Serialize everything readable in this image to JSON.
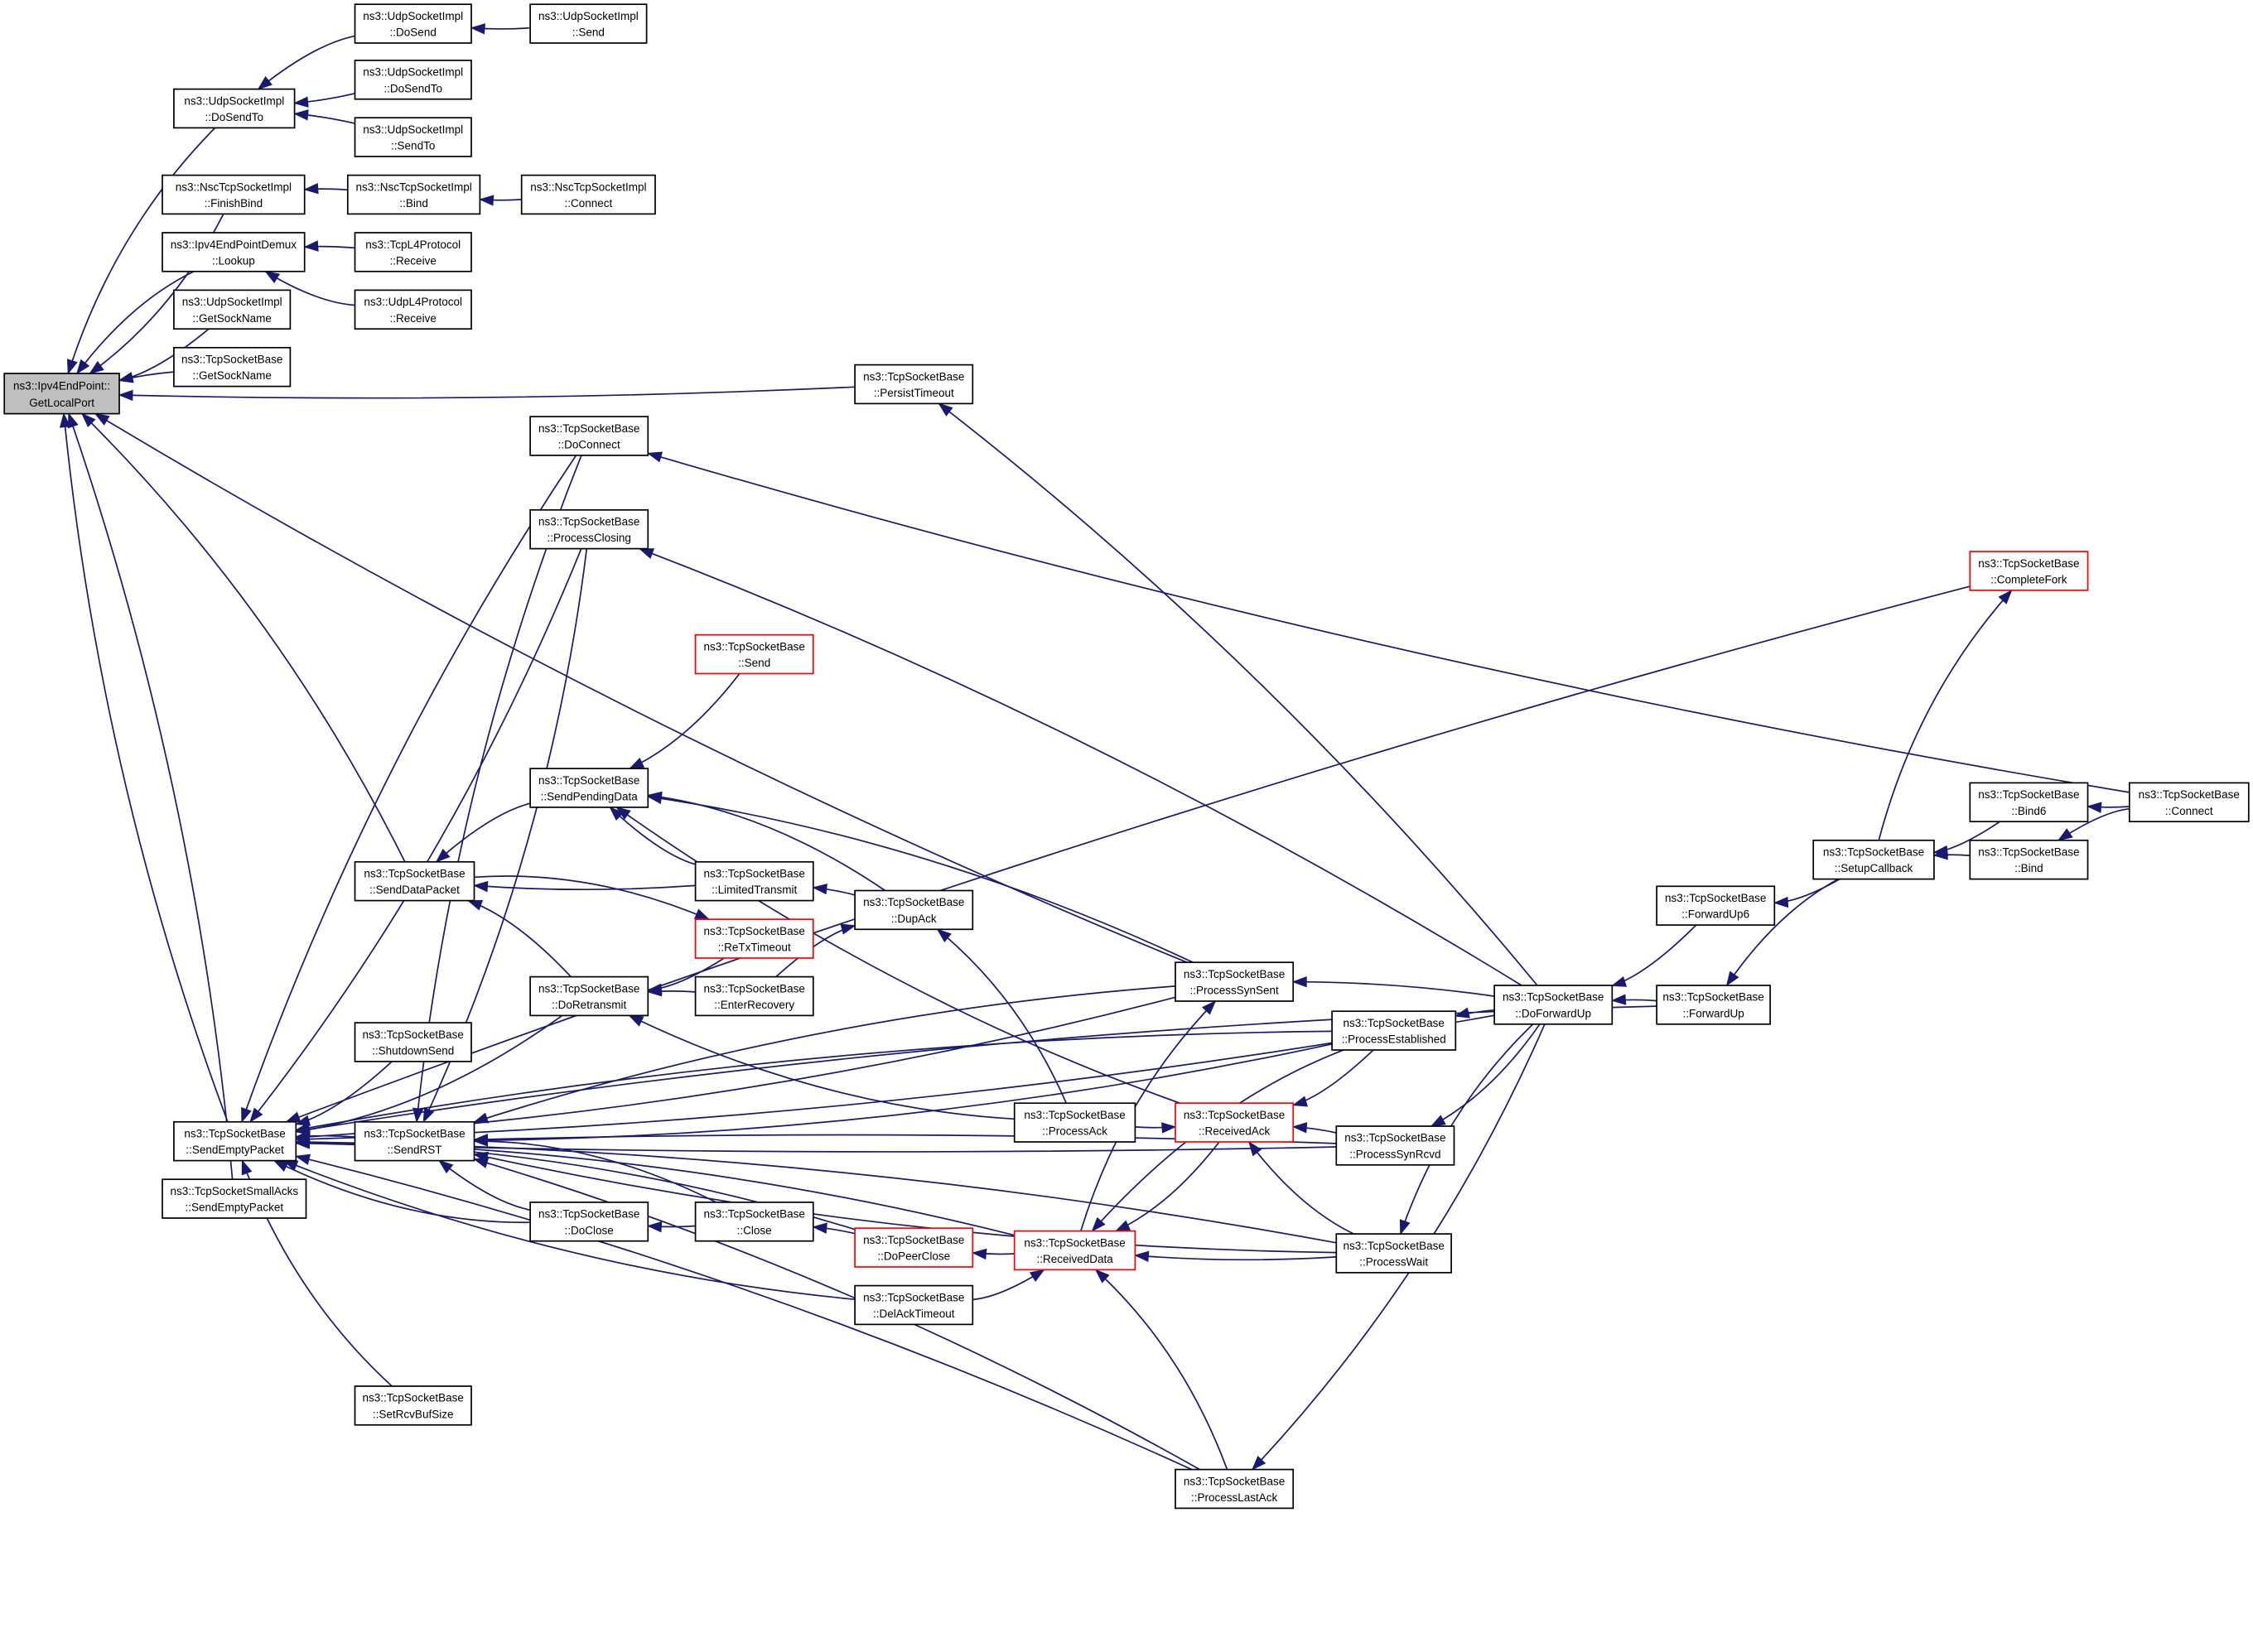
{
  "graph": {
    "nodes": [
      {
        "id": "root",
        "line1": "ns3::Ipv4EndPoint::",
        "line2": "GetLocalPort",
        "style": "root"
      },
      {
        "id": "udp_dosendto",
        "line1": "ns3::UdpSocketImpl",
        "line2": "::DoSendTo",
        "style": "normal"
      },
      {
        "id": "udp_dosend",
        "line1": "ns3::UdpSocketImpl",
        "line2": "::DoSend",
        "style": "normal"
      },
      {
        "id": "udp_send",
        "line1": "ns3::UdpSocketImpl",
        "line2": "::Send",
        "style": "normal"
      },
      {
        "id": "udp_dosendto2",
        "line1": "ns3::UdpSocketImpl",
        "line2": "::DoSendTo",
        "style": "normal"
      },
      {
        "id": "udp_sendto",
        "line1": "ns3::UdpSocketImpl",
        "line2": "::SendTo",
        "style": "normal"
      },
      {
        "id": "nsc_finishbind",
        "line1": "ns3::NscTcpSocketImpl",
        "line2": "::FinishBind",
        "style": "normal"
      },
      {
        "id": "nsc_bind",
        "line1": "ns3::NscTcpSocketImpl",
        "line2": "::Bind",
        "style": "normal"
      },
      {
        "id": "nsc_connect",
        "line1": "ns3::NscTcpSocketImpl",
        "line2": "::Connect",
        "style": "normal"
      },
      {
        "id": "ipv4demux_lookup",
        "line1": "ns3::Ipv4EndPointDemux",
        "line2": "::Lookup",
        "style": "normal"
      },
      {
        "id": "tcpl4_receive",
        "line1": "ns3::TcpL4Protocol",
        "line2": "::Receive",
        "style": "normal"
      },
      {
        "id": "udpl4_receive",
        "line1": "ns3::UdpL4Protocol",
        "line2": "::Receive",
        "style": "normal"
      },
      {
        "id": "udp_getsockname",
        "line1": "ns3::UdpSocketImpl",
        "line2": "::GetSockName",
        "style": "normal"
      },
      {
        "id": "tcp_getsockname",
        "line1": "ns3::TcpSocketBase",
        "line2": "::GetSockName",
        "style": "normal"
      },
      {
        "id": "persisttimeout",
        "line1": "ns3::TcpSocketBase",
        "line2": "::PersistTimeout",
        "style": "normal"
      },
      {
        "id": "doconnect",
        "line1": "ns3::TcpSocketBase",
        "line2": "::DoConnect",
        "style": "normal"
      },
      {
        "id": "processclosing",
        "line1": "ns3::TcpSocketBase",
        "line2": "::ProcessClosing",
        "style": "normal"
      },
      {
        "id": "completefork",
        "line1": "ns3::TcpSocketBase",
        "line2": "::CompleteFork",
        "style": "red"
      },
      {
        "id": "send",
        "line1": "ns3::TcpSocketBase",
        "line2": "::Send",
        "style": "red"
      },
      {
        "id": "sendpendingdata",
        "line1": "ns3::TcpSocketBase",
        "line2": "::SendPendingData",
        "style": "normal"
      },
      {
        "id": "senddatapacket",
        "line1": "ns3::TcpSocketBase",
        "line2": "::SendDataPacket",
        "style": "normal"
      },
      {
        "id": "limitedtransmit",
        "line1": "ns3::TcpSocketBase",
        "line2": "::LimitedTransmit",
        "style": "normal"
      },
      {
        "id": "retxtimeout",
        "line1": "ns3::TcpSocketBase",
        "line2": "::ReTxTimeout",
        "style": "red"
      },
      {
        "id": "dupack",
        "line1": "ns3::TcpSocketBase",
        "line2": "::DupAck",
        "style": "normal"
      },
      {
        "id": "doretransmit",
        "line1": "ns3::TcpSocketBase",
        "line2": "::DoRetransmit",
        "style": "normal"
      },
      {
        "id": "enterrecovery",
        "line1": "ns3::TcpSocketBase",
        "line2": "::EnterRecovery",
        "style": "normal"
      },
      {
        "id": "processsynsent",
        "line1": "ns3::TcpSocketBase",
        "line2": "::ProcessSynSent",
        "style": "normal"
      },
      {
        "id": "processestablished",
        "line1": "ns3::TcpSocketBase",
        "line2": "::ProcessEstablished",
        "style": "normal"
      },
      {
        "id": "doforwardup",
        "line1": "ns3::TcpSocketBase",
        "line2": "::DoForwardUp",
        "style": "normal"
      },
      {
        "id": "forwardup6",
        "line1": "ns3::TcpSocketBase",
        "line2": "::ForwardUp6",
        "style": "normal"
      },
      {
        "id": "setupcallback",
        "line1": "ns3::TcpSocketBase",
        "line2": "::SetupCallback",
        "style": "normal"
      },
      {
        "id": "bind6",
        "line1": "ns3::TcpSocketBase",
        "line2": "::Bind6",
        "style": "normal"
      },
      {
        "id": "bind",
        "line1": "ns3::TcpSocketBase",
        "line2": "::Bind",
        "style": "normal"
      },
      {
        "id": "connect",
        "line1": "ns3::TcpSocketBase",
        "line2": "::Connect",
        "style": "normal"
      },
      {
        "id": "forwardup",
        "line1": "ns3::TcpSocketBase",
        "line2": "::ForwardUp",
        "style": "normal"
      },
      {
        "id": "shutdownsend",
        "line1": "ns3::TcpSocketBase",
        "line2": "::ShutdownSend",
        "style": "normal"
      },
      {
        "id": "sendemptypacket",
        "line1": "ns3::TcpSocketBase",
        "line2": "::SendEmptyPacket",
        "style": "normal"
      },
      {
        "id": "sendrst",
        "line1": "ns3::TcpSocketBase",
        "line2": "::SendRST",
        "style": "normal"
      },
      {
        "id": "smallacks",
        "line1": "ns3::TcpSocketSmallAcks",
        "line2": "::SendEmptyPacket",
        "style": "normal"
      },
      {
        "id": "processack",
        "line1": "ns3::TcpSocketBase",
        "line2": "::ProcessAck",
        "style": "normal"
      },
      {
        "id": "receivedack",
        "line1": "ns3::TcpSocketBase",
        "line2": "::ReceivedAck",
        "style": "red"
      },
      {
        "id": "processsynrcvd",
        "line1": "ns3::TcpSocketBase",
        "line2": "::ProcessSynRcvd",
        "style": "normal"
      },
      {
        "id": "doclose",
        "line1": "ns3::TcpSocketBase",
        "line2": "::DoClose",
        "style": "normal"
      },
      {
        "id": "close",
        "line1": "ns3::TcpSocketBase",
        "line2": "::Close",
        "style": "normal"
      },
      {
        "id": "dopeerclose",
        "line1": "ns3::TcpSocketBase",
        "line2": "::DoPeerClose",
        "style": "red"
      },
      {
        "id": "receiveddata",
        "line1": "ns3::TcpSocketBase",
        "line2": "::ReceivedData",
        "style": "red"
      },
      {
        "id": "processwait",
        "line1": "ns3::TcpSocketBase",
        "line2": "::ProcessWait",
        "style": "normal"
      },
      {
        "id": "delacktimeout",
        "line1": "ns3::TcpSocketBase",
        "line2": "::DelAckTimeout",
        "style": "normal"
      },
      {
        "id": "setrcvbufsize",
        "line1": "ns3::TcpSocketBase",
        "line2": "::SetRcvBufSize",
        "style": "normal"
      },
      {
        "id": "processlastack",
        "line1": "ns3::TcpSocketBase",
        "line2": "::ProcessLastAck",
        "style": "normal"
      }
    ],
    "edges": [
      [
        "udp_dosendto",
        "root"
      ],
      [
        "nsc_finishbind",
        "root"
      ],
      [
        "ipv4demux_lookup",
        "root"
      ],
      [
        "udp_getsockname",
        "root"
      ],
      [
        "tcp_getsockname",
        "root"
      ],
      [
        "persisttimeout",
        "root"
      ],
      [
        "senddatapacket",
        "root"
      ],
      [
        "sendemptypacket",
        "root"
      ],
      [
        "smallacks",
        "root"
      ],
      [
        "processsynsent",
        "root"
      ],
      [
        "udp_dosend",
        "udp_dosendto"
      ],
      [
        "udp_dosendto2",
        "udp_dosendto"
      ],
      [
        "udp_sendto",
        "udp_dosendto"
      ],
      [
        "udp_send",
        "udp_dosend"
      ],
      [
        "nsc_bind",
        "nsc_finishbind"
      ],
      [
        "nsc_connect",
        "nsc_bind"
      ],
      [
        "tcpl4_receive",
        "ipv4demux_lookup"
      ],
      [
        "udpl4_receive",
        "ipv4demux_lookup"
      ],
      [
        "doforwardup",
        "persisttimeout"
      ],
      [
        "connect",
        "doconnect"
      ],
      [
        "doforwardup",
        "processclosing"
      ],
      [
        "send",
        "sendpendingdata"
      ],
      [
        "processsynsent",
        "sendpendingdata"
      ],
      [
        "limitedtransmit",
        "sendpendingdata"
      ],
      [
        "dupack",
        "sendpendingdata"
      ],
      [
        "receivedack",
        "sendpendingdata"
      ],
      [
        "sendpendingdata",
        "senddatapacket"
      ],
      [
        "limitedtransmit",
        "senddatapacket"
      ],
      [
        "doretransmit",
        "senddatapacket"
      ],
      [
        "senddatapacket",
        "retxtimeout"
      ],
      [
        "dupack",
        "limitedtransmit"
      ],
      [
        "enterrecovery",
        "dupack"
      ],
      [
        "processack",
        "dupack"
      ],
      [
        "retxtimeout",
        "doretransmit"
      ],
      [
        "enterrecovery",
        "doretransmit"
      ],
      [
        "processack",
        "doretransmit"
      ],
      [
        "doforwardup",
        "processsynsent"
      ],
      [
        "receiveddata",
        "processsynsent"
      ],
      [
        "doforwardup",
        "processestablished"
      ],
      [
        "forwardup6",
        "doforwardup"
      ],
      [
        "forwardup",
        "doforwardup"
      ],
      [
        "setupcallback",
        "forwardup6"
      ],
      [
        "setupcallback",
        "forwardup"
      ],
      [
        "bind6",
        "setupcallback"
      ],
      [
        "bind",
        "setupcallback"
      ],
      [
        "connect",
        "bind6"
      ],
      [
        "connect",
        "bind"
      ],
      [
        "setupcallback",
        "completefork"
      ],
      [
        "doconnect",
        "sendemptypacket"
      ],
      [
        "processclosing",
        "sendemptypacket"
      ],
      [
        "completefork",
        "sendemptypacket"
      ],
      [
        "processsynsent",
        "sendemptypacket"
      ],
      [
        "processestablished",
        "sendemptypacket"
      ],
      [
        "shutdownsend",
        "sendemptypacket"
      ],
      [
        "sendrst",
        "sendemptypacket"
      ],
      [
        "doclose",
        "sendemptypacket"
      ],
      [
        "dopeerclose",
        "sendemptypacket"
      ],
      [
        "delacktimeout",
        "sendemptypacket"
      ],
      [
        "receiveddata",
        "sendemptypacket"
      ],
      [
        "processsynrcvd",
        "sendemptypacket"
      ],
      [
        "processwait",
        "sendemptypacket"
      ],
      [
        "setrcvbufsize",
        "sendemptypacket"
      ],
      [
        "processlastack",
        "sendemptypacket"
      ],
      [
        "doforwardup",
        "sendemptypacket"
      ],
      [
        "forwardup",
        "sendemptypacket"
      ],
      [
        "doretransmit",
        "sendemptypacket"
      ],
      [
        "doconnect",
        "sendrst"
      ],
      [
        "processclosing",
        "sendrst"
      ],
      [
        "processsynsent",
        "sendrst"
      ],
      [
        "processestablished",
        "sendrst"
      ],
      [
        "processsynrcvd",
        "sendrst"
      ],
      [
        "doclose",
        "sendrst"
      ],
      [
        "close",
        "sendrst"
      ],
      [
        "processwait",
        "sendrst"
      ],
      [
        "processlastack",
        "sendrst"
      ],
      [
        "close",
        "doclose"
      ],
      [
        "dopeerclose",
        "close"
      ],
      [
        "receiveddata",
        "dopeerclose"
      ],
      [
        "processack",
        "receivedack"
      ],
      [
        "processestablished",
        "receivedack"
      ],
      [
        "processsynrcvd",
        "receivedack"
      ],
      [
        "processwait",
        "receivedack"
      ],
      [
        "processestablished",
        "receiveddata"
      ],
      [
        "processwait",
        "receiveddata"
      ],
      [
        "processlastack",
        "receiveddata"
      ],
      [
        "receivedack",
        "receiveddata"
      ],
      [
        "delacktimeout",
        "receiveddata"
      ],
      [
        "doforwardup",
        "processsynrcvd"
      ],
      [
        "doforwardup",
        "processwait"
      ],
      [
        "doforwardup",
        "processlastack"
      ]
    ]
  }
}
